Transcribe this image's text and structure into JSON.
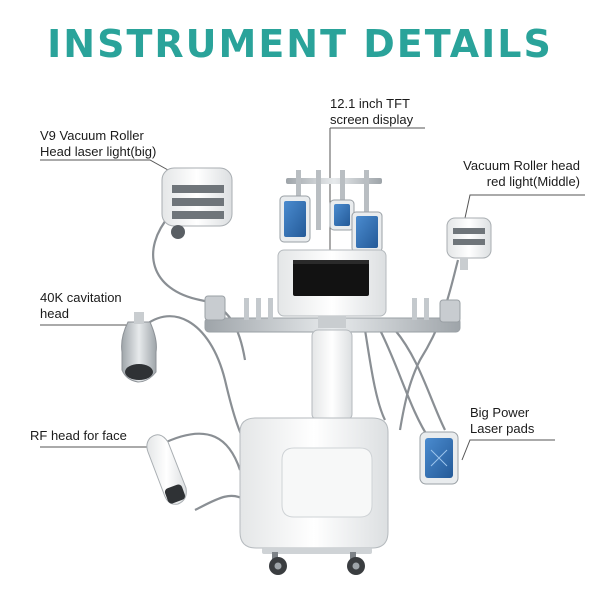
{
  "header": {
    "title": "INSTRUMENT DETAILS"
  },
  "callouts": {
    "v9_roller": {
      "line1": "V9 Vacuum Roller",
      "line2": "Head laser light(big)"
    },
    "screen": {
      "line1": "12.1 inch TFT",
      "line2": "screen display"
    },
    "middle_roller": {
      "line1": "Vacuum Roller head",
      "line2": "red light(Middle)"
    },
    "cavitation": {
      "line1": "40K cavitation",
      "line2": "head"
    },
    "rf_head": {
      "line1": "RF head for face"
    },
    "laser_pads": {
      "line1": "Big Power",
      "line2": "Laser pads"
    }
  },
  "colors": {
    "title": "#2aa39a",
    "pad_blue": "#2f6fb3",
    "body_white": "#f2f3f3",
    "metal": "#b9bec2",
    "cable": "#8a8f94"
  }
}
